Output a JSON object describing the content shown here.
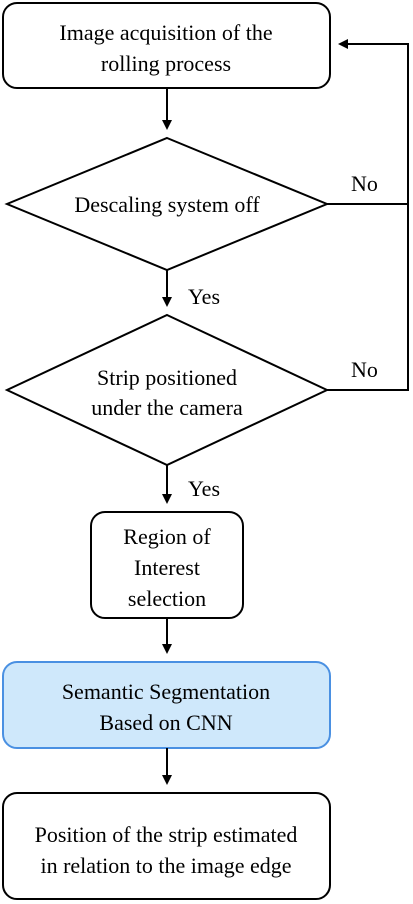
{
  "nodes": {
    "acquisition": {
      "line1": "Image acquisition of the",
      "line2": "rolling process"
    },
    "descaling": {
      "label": "Descaling system off"
    },
    "strip_positioned": {
      "line1": "Strip positioned",
      "line2": "under the camera"
    },
    "roi": {
      "line1": "Region of",
      "line2": "Interest",
      "line3": "selection"
    },
    "segmentation": {
      "line1": "Semantic Segmentation",
      "line2": "Based on CNN",
      "fill": "#cfe8fb",
      "stroke": "#4a90e2"
    },
    "position": {
      "line1": "Position of the strip estimated",
      "line2": "in relation to the image edge"
    }
  },
  "edge_labels": {
    "descaling_yes": "Yes",
    "descaling_no": "No",
    "strip_yes": "Yes",
    "strip_no": "No"
  }
}
